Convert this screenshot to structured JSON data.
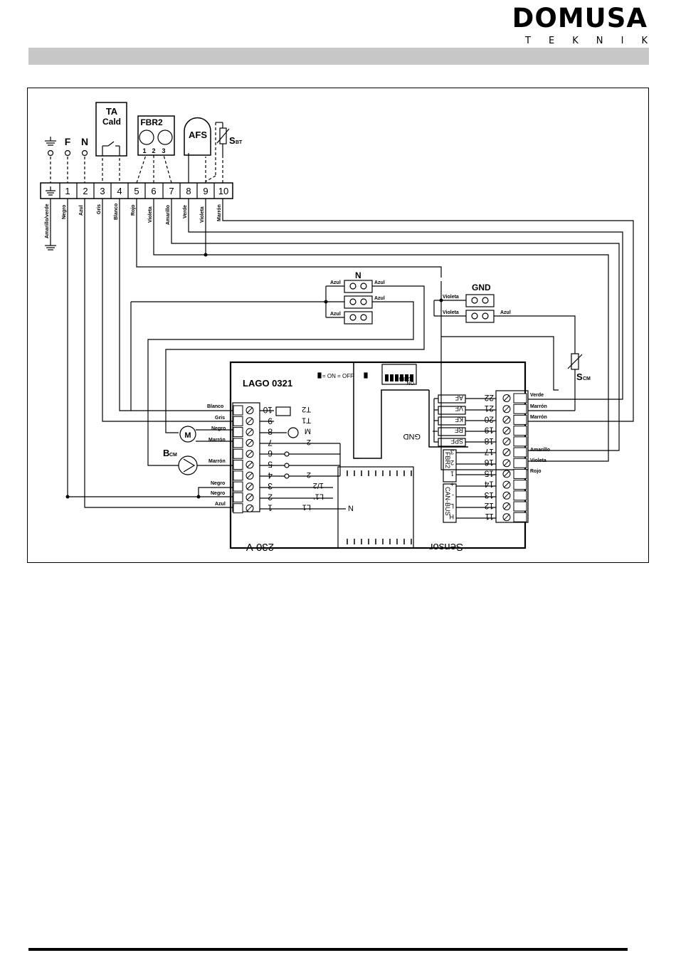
{
  "brand": {
    "name": "DOMUSA",
    "sub_letters": [
      "T",
      "E",
      "K",
      "N",
      "I",
      "K"
    ]
  },
  "terminal_strip": {
    "numbers": [
      "1",
      "2",
      "3",
      "4",
      "5",
      "6",
      "7",
      "8",
      "9",
      "10"
    ],
    "wire_colors": [
      "Amarillo/verde",
      "Negro",
      "Azul",
      "Gris",
      "Blanco",
      "Rojo",
      "Violeta",
      "Amarillo",
      "Verde",
      "Violeta",
      "Marrón"
    ]
  },
  "supply": {
    "phase": "F",
    "neutral": "N"
  },
  "components": {
    "ta": [
      "TA",
      "Cald"
    ],
    "fbr2": "FBR2",
    "fbr2_pins": [
      "1",
      "2",
      "3"
    ],
    "afs": "AFS",
    "sbt": "S",
    "sbt_sub": "BT",
    "scm": "S",
    "scm_sub": "CM",
    "bcm": "B",
    "bcm_sub": "CM",
    "motor": "M"
  },
  "junctions": {
    "n_label": "N",
    "n_wires": [
      "Azul",
      "Azul",
      "Azul",
      "Azul"
    ],
    "gnd_label": "GND",
    "gnd_wires": [
      "Violeta",
      "Violeta",
      "Azul"
    ]
  },
  "controller": {
    "title": "LAGO 0321",
    "switch_legend": "= ON    = OFF",
    "dip_numbers": "1 2 3 4 5 6",
    "dip_on": "ON",
    "voltage": "230 V",
    "sensor_label": "Sensor",
    "gnd_label": "GND",
    "can_bus": "CAN-BUS",
    "fbr2_block": "FBR2",
    "n_label": "N",
    "left_terminals": [
      "10",
      "9",
      "8",
      "7",
      "6",
      "5",
      "4",
      "3",
      "2",
      "1"
    ],
    "left_functions": [
      "T2",
      "T1",
      "M",
      "2",
      "",
      "",
      "2",
      "1/2",
      "L1'",
      "L1"
    ],
    "left_wires": [
      "Blanco",
      "Gris",
      "Negro",
      "Marrón",
      "Marrón",
      "Negro",
      "Negro",
      "Azul"
    ],
    "right_terminals": [
      "22",
      "21",
      "20",
      "19",
      "18",
      "17",
      "16",
      "15",
      "14",
      "13",
      "12",
      "11"
    ],
    "right_functions": [
      "AF",
      "VF",
      "KF",
      "RF",
      "SPF",
      "3",
      "2",
      "1",
      "+",
      "-",
      "L",
      "H"
    ],
    "right_wires": [
      "Verde",
      "Marrón",
      "Marrón",
      "Amarillo",
      "Violeta",
      "Rojo"
    ]
  }
}
